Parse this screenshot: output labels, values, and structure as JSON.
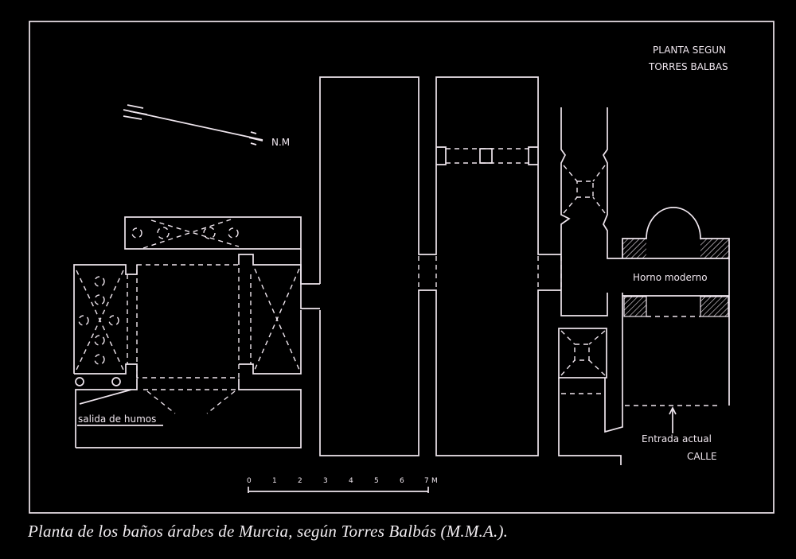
{
  "drawing": {
    "title_line1": "PLANTA SEGUN",
    "title_line2": "TORRES BALBAS",
    "north_label": "N.M",
    "horno_label": "Horno moderno",
    "salida_label": "salida de humos",
    "entrada_label": "Entrada actual",
    "calle_label": "CALLE",
    "scale": {
      "ticks": [
        "0",
        "1",
        "2",
        "3",
        "4",
        "5",
        "6",
        "7"
      ],
      "unit": "M"
    }
  },
  "caption": "Planta de los baños árabes de Murcia, según Torres Balbás (M.M.A.).",
  "colors": {
    "background": "#000000",
    "lines": "#efe6ee"
  }
}
